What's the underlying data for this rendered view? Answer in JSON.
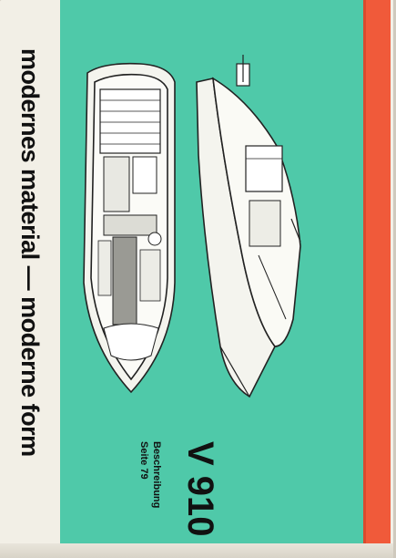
{
  "cover": {
    "slogan": "modernes material — moderne form",
    "model": "V 910",
    "description_label": "Beschreibung",
    "page_ref": "Seite 79"
  },
  "colors": {
    "panel": "#4fc9a9",
    "stripe": "#f05a3a",
    "paper": "#f2efe6",
    "ink": "#111111"
  }
}
